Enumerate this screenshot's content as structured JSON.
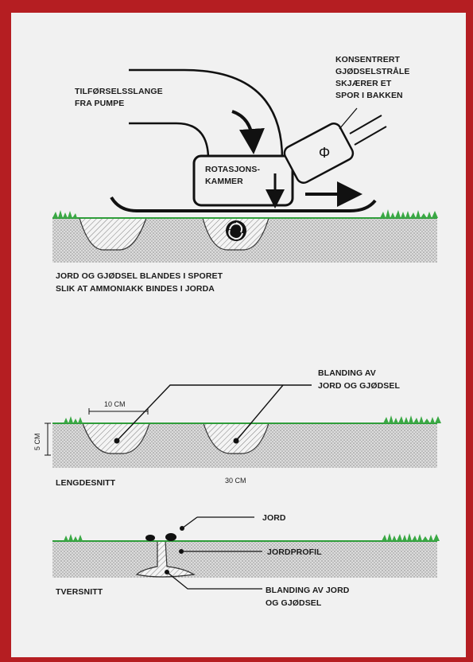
{
  "colors": {
    "background_red": "#b51e22",
    "panel": "#f1f1f1",
    "ground_line": "#2f9d3a",
    "grass": "#3aa844",
    "soil_fill": "#d7d7d7",
    "ink": "#111111"
  },
  "top_diagram": {
    "hose_label": [
      "TILFØRSELSSLANGE",
      "FRA PUMPE"
    ],
    "jet_label": [
      "KONSENTRERT",
      "GJØDSELSTRÅLE",
      "SKJÆRER ET",
      "SPOR I BAKKEN"
    ],
    "chamber_label": [
      "ROTASJONS-",
      "KAMMER"
    ],
    "phi_symbol": "Φ",
    "caption": [
      "JORD OG GJØDSEL BLANDES I SPORET",
      "SLIK AT AMMONIAKK BINDES I JORDA"
    ]
  },
  "middle_diagram": {
    "mix_label": [
      "BLANDING AV",
      "JORD OG GJØDSEL"
    ],
    "width_label": "10 CM",
    "depth_label": "5 CM",
    "spacing_label": "30 CM",
    "section_label": "LENGDESNITT"
  },
  "bottom_diagram": {
    "soil_label": "JORD",
    "profile_label": "JORDPROFIL",
    "mix_label": [
      "BLANDING AV JORD",
      "OG GJØDSEL"
    ],
    "section_label": "TVERSNITT"
  }
}
